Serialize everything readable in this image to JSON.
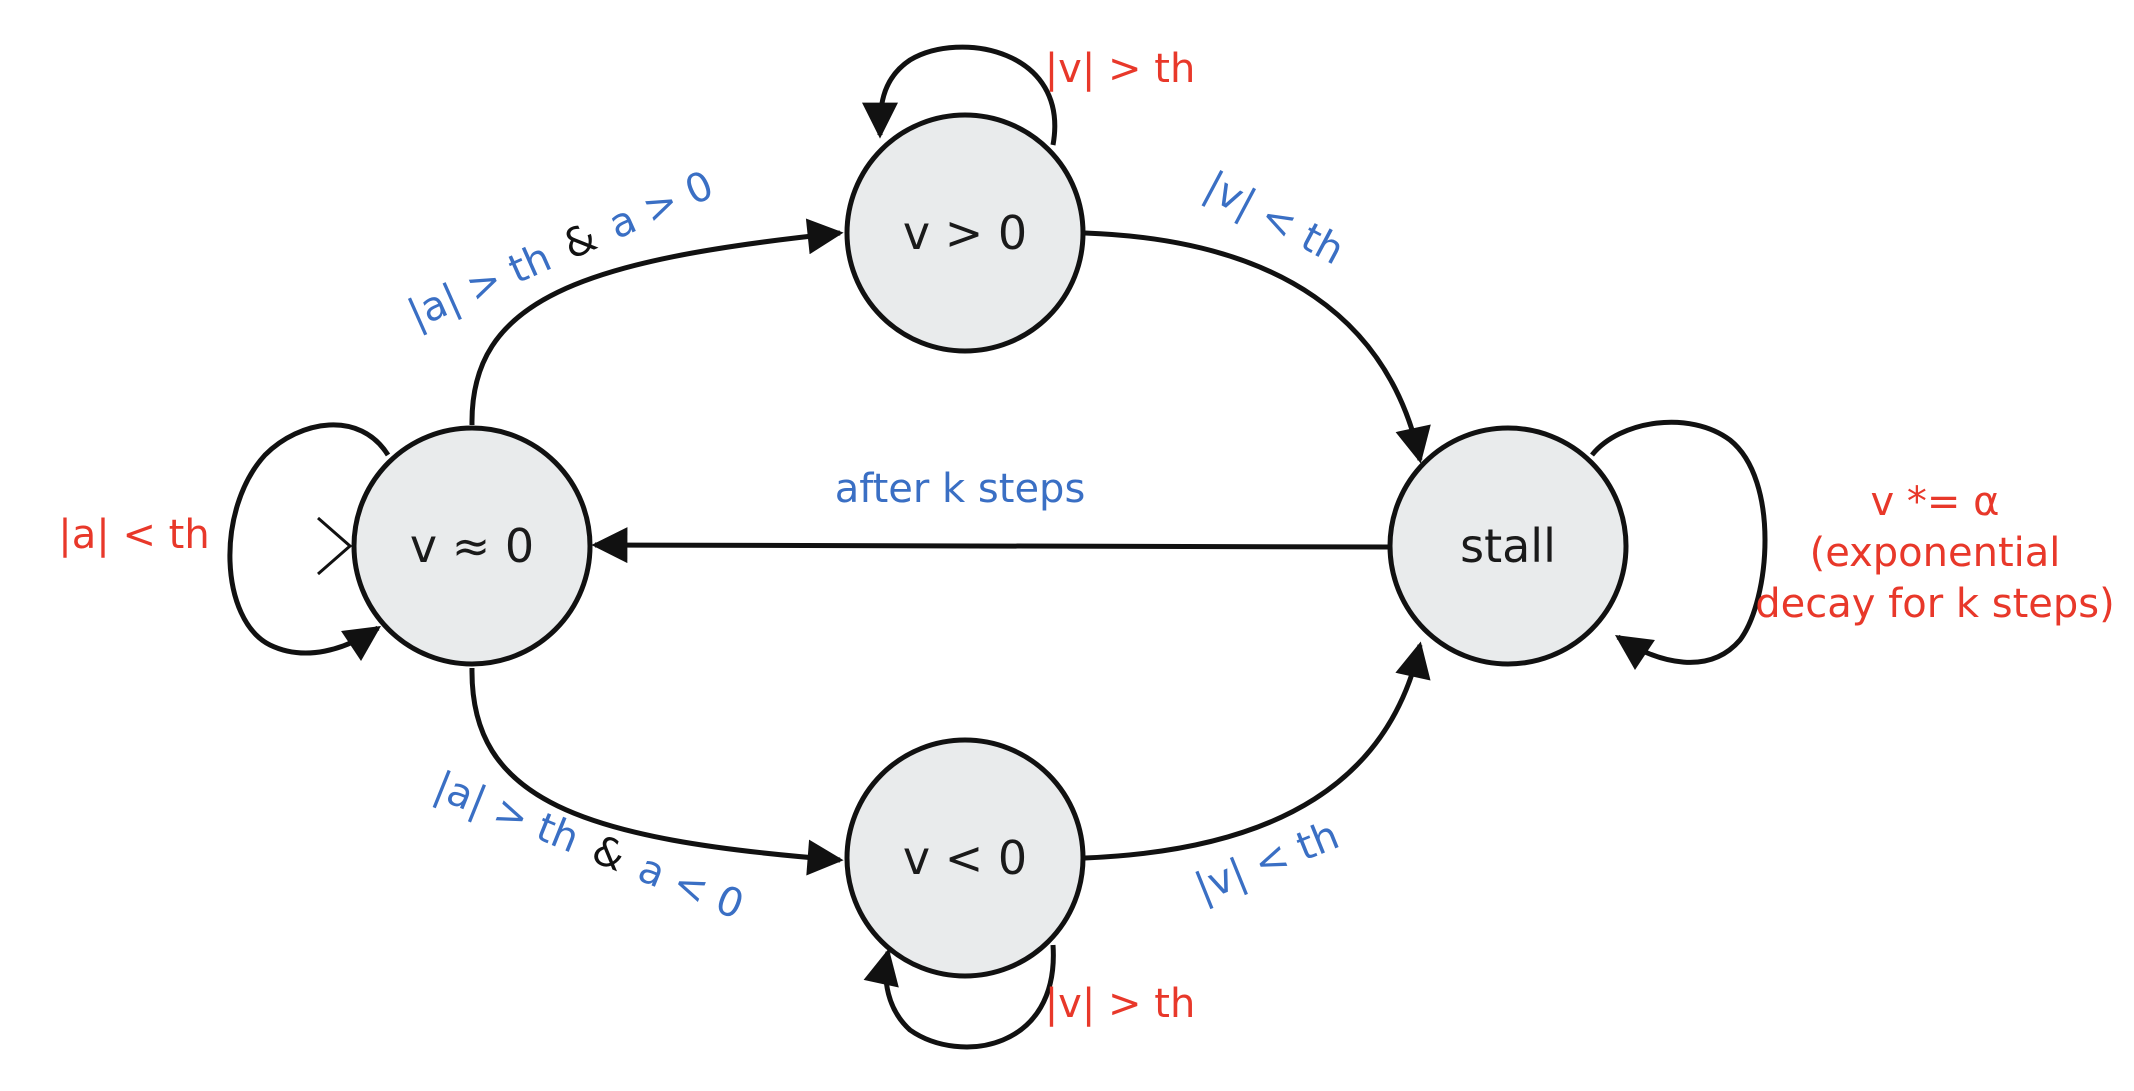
{
  "colors": {
    "node_fill": "#e9ebec",
    "stroke": "#111111",
    "red": "#e8382a",
    "blue": "#3a6fc4",
    "black": "#111111"
  },
  "states": {
    "zero": "v ≈ 0",
    "positive": "v > 0",
    "negative": "v < 0",
    "stall": "stall"
  },
  "transitions": {
    "zero_self": "|a| < th",
    "pos_self": "|v| > th",
    "neg_self": "|v| > th",
    "zero_to_pos": {
      "cond1": "|a| > th",
      "joiner": "&",
      "cond2": "a > 0"
    },
    "zero_to_neg": {
      "cond1": "|a| > th",
      "joiner": "&",
      "cond2": "a < 0"
    },
    "pos_to_stall": "|v| < th",
    "neg_to_stall": "|v| < th",
    "stall_to_zero": "after k steps",
    "stall_self": {
      "line1": "v *= α",
      "line2": "(exponential",
      "line3": "decay for k steps)"
    }
  }
}
